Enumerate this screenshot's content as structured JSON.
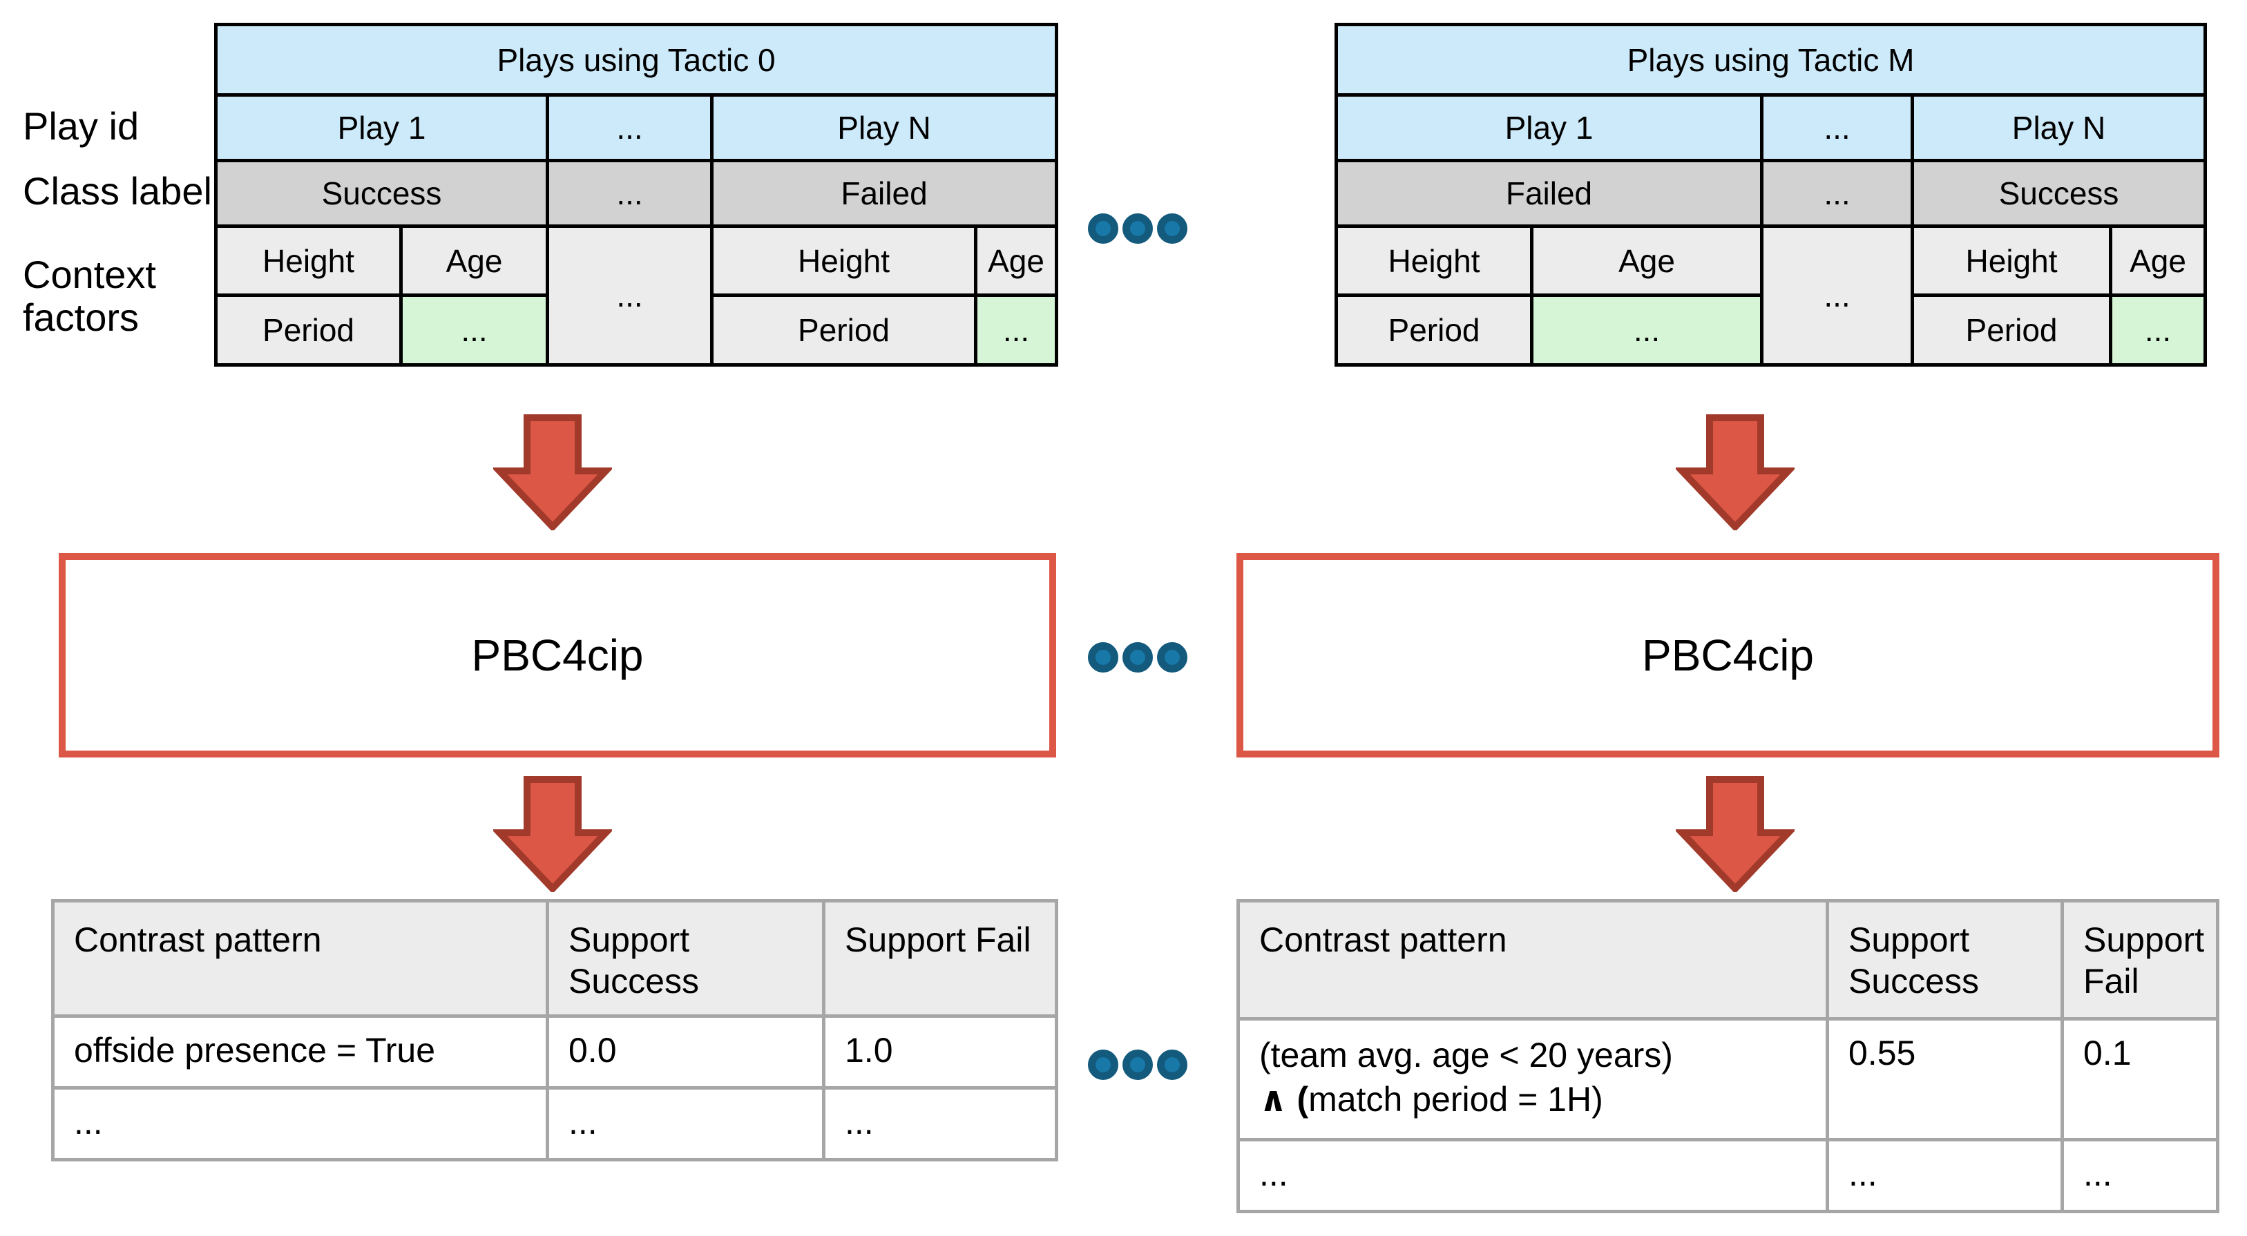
{
  "colors": {
    "table_header_blue": "#cdeafa",
    "class_row_gray": "#d2d2d2",
    "context_gray": "#ececec",
    "context_green": "#d6f5d6",
    "arrow_fill_red": "#dc5745",
    "arrow_outline_red": "#a23a2b",
    "box_border_red": "#dc5745",
    "dot_outer_blue": "#135a7c",
    "dot_inner_blue": "#1878a8",
    "pattern_table_border_gray": "#a6a6a6"
  },
  "row_labels": {
    "play_id": "Play id",
    "class_label": "Class label",
    "context_line1": "Context",
    "context_line2": "factors"
  },
  "tactic_tables": [
    {
      "title": "Plays using Tactic 0",
      "play_row": [
        "Play 1",
        "...",
        "Play N"
      ],
      "class_row": [
        "Success",
        "...",
        "Failed"
      ],
      "context_mid": "...",
      "context_row1": [
        "Height",
        "Age",
        "Height",
        "Age"
      ],
      "context_row2": [
        "Period",
        "...",
        "Period",
        "..."
      ]
    },
    {
      "title": "Plays using Tactic M",
      "play_row": [
        "Play 1",
        "...",
        "Play N"
      ],
      "class_row": [
        "Failed",
        "...",
        "Success"
      ],
      "context_mid": "...",
      "context_row1": [
        "Height",
        "Age",
        "Height",
        "Age"
      ],
      "context_row2": [
        "Period",
        "...",
        "Period",
        "..."
      ]
    }
  ],
  "classifier": {
    "label": "PBC4cip"
  },
  "pattern_tables": [
    {
      "headers": [
        "Contrast pattern",
        "Support Success",
        "Support Fail"
      ],
      "row1": {
        "pattern": "offside presence = True",
        "support_success": "0.0",
        "support_fail": "1.0"
      },
      "row2": {
        "pattern": "...",
        "support_success": "...",
        "support_fail": "..."
      }
    },
    {
      "headers": [
        "Contrast pattern",
        "Support Success",
        "Support Fail"
      ],
      "row1": {
        "pattern_line1": "(team avg. age < 20 years)",
        "pattern_line2_bold": "∧ (",
        "pattern_line2_rest": "match period = 1H)",
        "support_success": "0.55",
        "support_fail": "0.1"
      },
      "row2": {
        "pattern": "...",
        "support_success": "...",
        "support_fail": "..."
      }
    }
  ]
}
